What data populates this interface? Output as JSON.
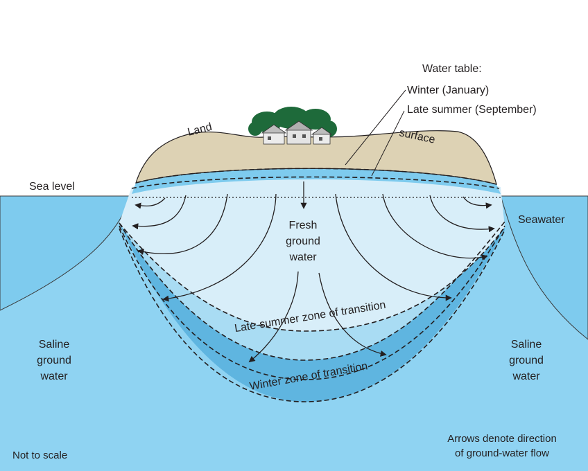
{
  "labels": {
    "water_table_heading": "Water table:",
    "winter": "Winter (January)",
    "late_summer": "Late summer (September)",
    "land": "Land",
    "surface": "surface",
    "sea_level": "Sea level",
    "seawater": "Seawater",
    "fresh_1": "Fresh",
    "fresh_2": "ground",
    "fresh_3": "water",
    "saline_left_1": "Saline",
    "saline_left_2": "ground",
    "saline_left_3": "water",
    "saline_right_1": "Saline",
    "saline_right_2": "ground",
    "saline_right_3": "water",
    "late_summer_zone": "Late-summer zone of transition",
    "winter_zone": "Winter zone of transition",
    "not_to_scale": "Not to scale",
    "arrows_note_1": "Arrows denote direction",
    "arrows_note_2": "of ground-water flow"
  },
  "colors": {
    "seawater": "#7ecbee",
    "saline": "#8fd3f2",
    "winter_zone": "#5fb5e0",
    "summer_zone": "#a9dcf3",
    "fresh": "#d8eef9",
    "water_table_band": "#7ecbee",
    "land": "#ddd2b4",
    "trees": "#1e6a3a"
  }
}
